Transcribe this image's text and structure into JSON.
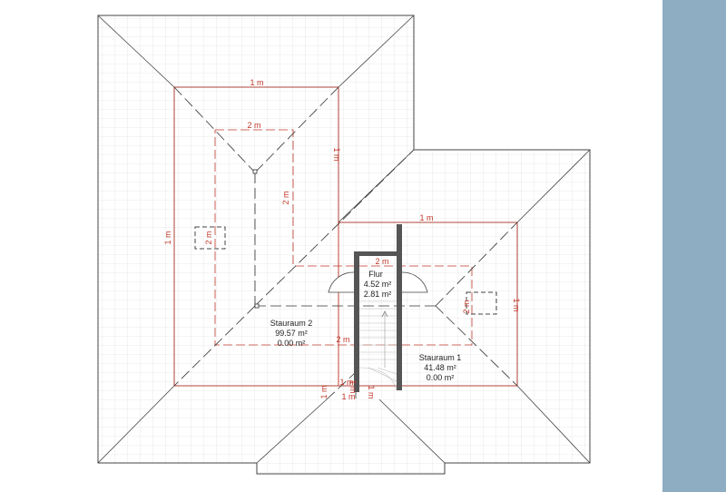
{
  "colors": {
    "background": "#ffffff",
    "side_panel": "#8eacc2",
    "roof_outline": "#444444",
    "tile_grid": "#d8d8d8",
    "dimension": "#c0392b",
    "ridge_line": "#333333",
    "wall": "#555555"
  },
  "rooms": {
    "flur": {
      "name": "Flur",
      "area": "4.52 m²",
      "area2": "2.81 m²"
    },
    "stauraum2": {
      "name": "Stauraum 2",
      "area": "99.57 m²",
      "area2": "0.00 m²"
    },
    "stauraum1": {
      "name": "Stauraum 1",
      "area": "41.48 m²",
      "area2": "0.00 m²"
    }
  },
  "dimensions": {
    "left_top": "1 m",
    "left_ridge_top": "2 m",
    "left_right_side": "1 m",
    "left_ridge_side": "2 m",
    "left_outer": "1 m",
    "left_window": "2 m",
    "right_top": "1 m",
    "right_ridge_top": "2 m",
    "right_ridge_side": "2 m",
    "right_outer": "1 m",
    "left_bottom": "2 m",
    "bottom_a": "1 m",
    "bottom_b": "1 m",
    "bottom_c": "1 m",
    "bottom_d": "1 m",
    "bottom_e": "1 m"
  }
}
